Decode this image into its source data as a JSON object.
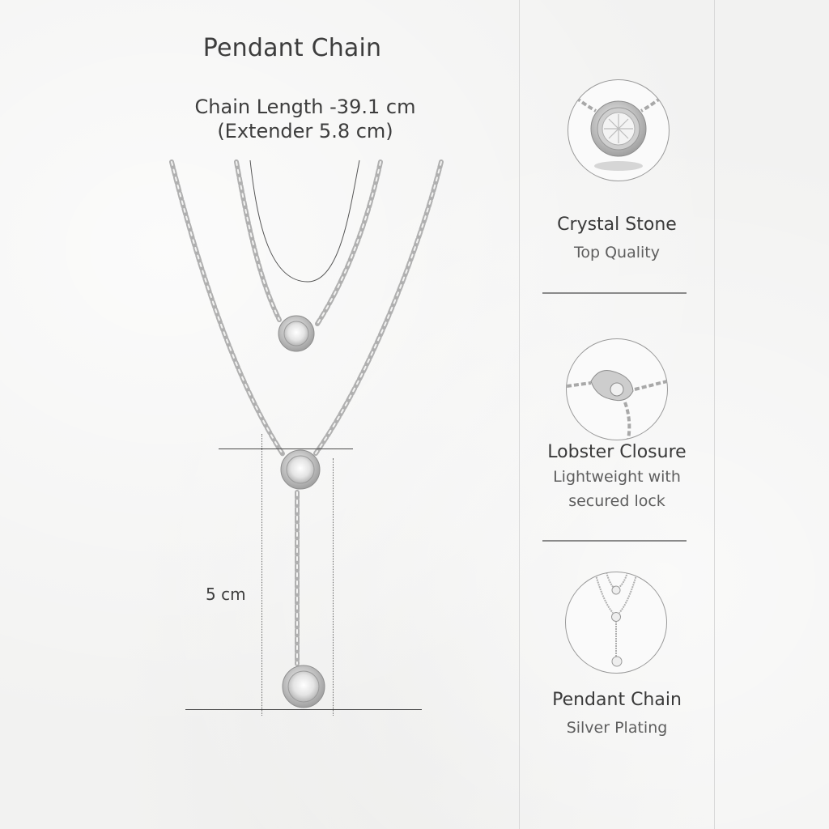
{
  "header": {
    "title": "Pendant Chain",
    "chain_length": "Chain Length -39.1 cm",
    "extender": "(Extender 5.8 cm)"
  },
  "diagram": {
    "measurement_label": "5 cm",
    "pendant_count": 3
  },
  "features": [
    {
      "title": "Crystal Stone",
      "description": "Top Quality",
      "image": "bezel-crystal-closeup-icon"
    },
    {
      "title": "Lobster Closure",
      "description_line1": "Lightweight with",
      "description_line2": "secured lock",
      "image": "lobster-clasp-closeup-icon"
    },
    {
      "title": "Pendant Chain",
      "description": "Silver Plating",
      "image": "layered-necklace-thumbnail-icon"
    }
  ],
  "colors": {
    "background": "#f2f2f1",
    "text": "#3a3a3a",
    "muted_text": "#5e5e5e",
    "divider": "#d8d8d8",
    "silver": "#b8b8b8"
  }
}
